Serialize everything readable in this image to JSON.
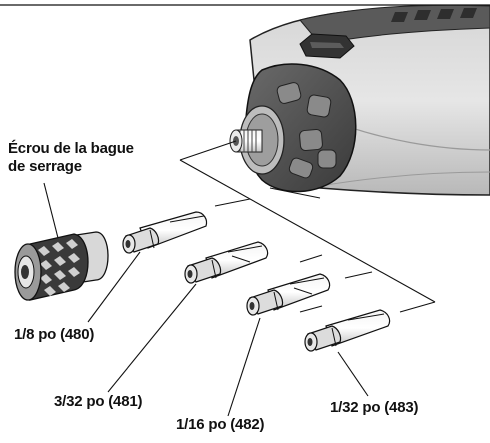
{
  "labels": {
    "ecrou_line1": "Écrou de la bague",
    "ecrou_line2": "de serrage",
    "collet_480": "1/8 po (480)",
    "collet_481": "3/32 po (481)",
    "collet_482": "1/16 po (482)",
    "collet_483": "1/32 po (483)"
  },
  "colors": {
    "ink": "#111111",
    "tool_light": "#cfcfcf",
    "tool_dark": "#4a4a4a",
    "metal": "#e8e8e8"
  }
}
